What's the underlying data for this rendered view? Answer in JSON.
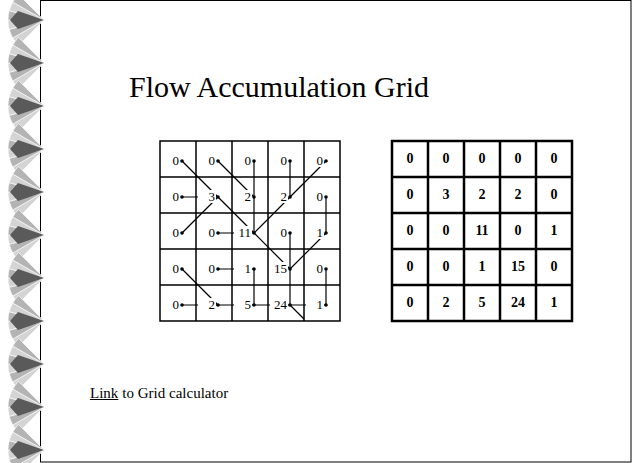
{
  "diagram": {
    "title": "Flow Accumulation Grid",
    "labels": [
      "0",
      "0",
      "0",
      "0",
      "0",
      "0",
      "3",
      "2",
      "2",
      "0",
      "0",
      "0",
      "11",
      "0",
      "1",
      "0",
      "0",
      "1",
      "15",
      "0",
      "0",
      "2",
      "5",
      "24",
      "1",
      "0",
      "0",
      "0",
      "0",
      "0",
      "0",
      "3",
      "2",
      "2",
      "0",
      "0",
      "0",
      "11",
      "0",
      "1",
      "0",
      "0",
      "1",
      "15",
      "0",
      "0",
      "2",
      "5",
      "24",
      "1",
      "Link",
      "to Grid calculator"
    ]
  }
}
